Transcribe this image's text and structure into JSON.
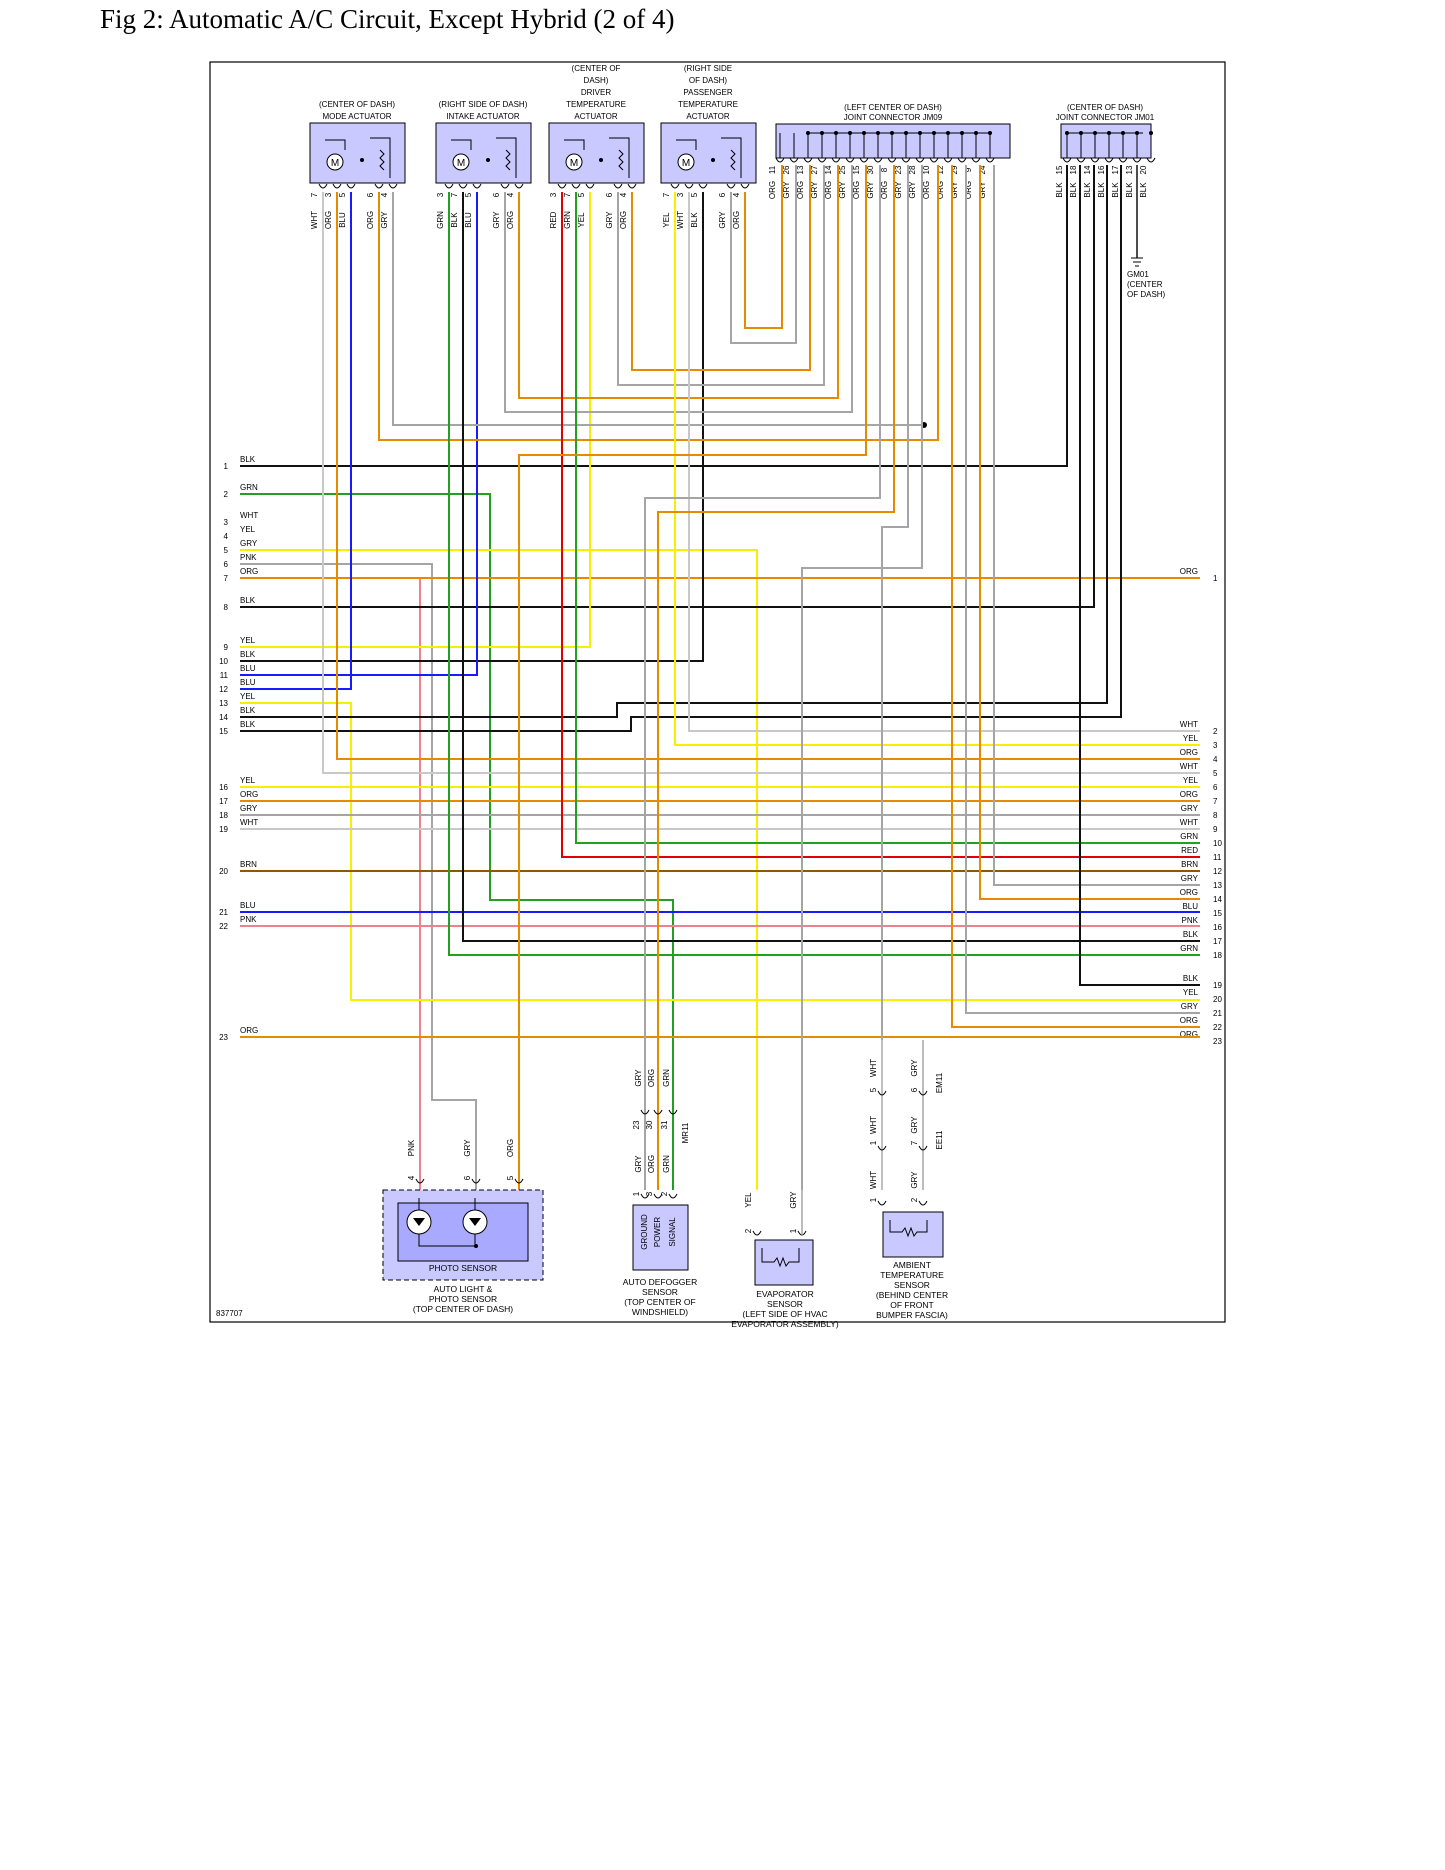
{
  "title": "Fig 2: Automatic A/C Circuit, Except Hybrid (2 of 4)",
  "figure_number": "837707",
  "wire_colors": {
    "WHT": "#c8c8c8",
    "ORG": "#e68a00",
    "BLU": "#1a1aff",
    "GRY": "#a5a5a5",
    "GRN": "#22a022",
    "BLK": "#111111",
    "RED": "#e00000",
    "YEL": "#f5f000",
    "PNK": "#f08090",
    "BRN": "#8b5a00"
  },
  "connector_fill": "#c9c9ff",
  "components": {
    "mode": {
      "l1": "(CENTER OF DASH)",
      "l2": "MODE ACTUATOR",
      "pins": [
        {
          "n": "7",
          "c": "WHT"
        },
        {
          "n": "3",
          "c": "ORG"
        },
        {
          "n": "5",
          "c": "BLU"
        },
        {
          "n": "6",
          "c": "ORG"
        },
        {
          "n": "4",
          "c": "GRY"
        }
      ]
    },
    "intake": {
      "l1": "(RIGHT SIDE OF DASH)",
      "l2": "INTAKE ACTUATOR",
      "pins": [
        {
          "n": "3",
          "c": "GRN"
        },
        {
          "n": "7",
          "c": "BLK"
        },
        {
          "n": "5",
          "c": "BLU"
        },
        {
          "n": "6",
          "c": "GRY"
        },
        {
          "n": "4",
          "c": "ORG"
        }
      ]
    },
    "driver": {
      "l1": "(CENTER OF",
      "l2": "DASH)",
      "l3": "DRIVER",
      "l4": "TEMPERATURE",
      "l5": "ACTUATOR",
      "pins": [
        {
          "n": "3",
          "c": "RED"
        },
        {
          "n": "7",
          "c": "GRN"
        },
        {
          "n": "5",
          "c": "YEL"
        },
        {
          "n": "6",
          "c": "GRY"
        },
        {
          "n": "4",
          "c": "ORG"
        }
      ]
    },
    "passenger": {
      "l1": "(RIGHT SIDE",
      "l2": "OF DASH)",
      "l3": "PASSENGER",
      "l4": "TEMPERATURE",
      "l5": "ACTUATOR",
      "pins": [
        {
          "n": "7",
          "c": "YEL"
        },
        {
          "n": "3",
          "c": "WHT"
        },
        {
          "n": "5",
          "c": "BLK"
        },
        {
          "n": "6",
          "c": "GRY"
        },
        {
          "n": "4",
          "c": "ORG"
        }
      ]
    },
    "jm09": {
      "l1": "(LEFT CENTER OF DASH)",
      "l2": "JOINT CONNECTOR JM09",
      "pins": [
        {
          "n": "11",
          "c": "ORG"
        },
        {
          "n": "26",
          "c": "GRY"
        },
        {
          "n": "13",
          "c": "ORG"
        },
        {
          "n": "27",
          "c": "GRY"
        },
        {
          "n": "14",
          "c": "ORG"
        },
        {
          "n": "25",
          "c": "GRY"
        },
        {
          "n": "15",
          "c": "ORG"
        },
        {
          "n": "30",
          "c": "GRY"
        },
        {
          "n": "8",
          "c": "ORG"
        },
        {
          "n": "23",
          "c": "GRY"
        },
        {
          "n": "28",
          "c": "GRY"
        },
        {
          "n": "10",
          "c": "ORG"
        },
        {
          "n": "12",
          "c": "ORG"
        },
        {
          "n": "29",
          "c": "GRY"
        },
        {
          "n": "9",
          "c": "ORG"
        },
        {
          "n": "24",
          "c": "GRY"
        }
      ]
    },
    "jm01": {
      "l1": "(CENTER OF DASH)",
      "l2": "JOINT CONNECTOR JM01",
      "pins": [
        {
          "n": "15",
          "c": "BLK"
        },
        {
          "n": "18",
          "c": "BLK"
        },
        {
          "n": "14",
          "c": "BLK"
        },
        {
          "n": "16",
          "c": "BLK"
        },
        {
          "n": "17",
          "c": "BLK"
        },
        {
          "n": "13",
          "c": "BLK"
        },
        {
          "n": "20",
          "c": "BLK"
        }
      ]
    },
    "ground": {
      "l1": "GM01",
      "l2": "(CENTER",
      "l3": "OF DASH)"
    },
    "photo": {
      "box": "PHOTO SENSOR",
      "l1": "AUTO LIGHT &",
      "l2": "PHOTO SENSOR",
      "l3": "(TOP CENTER OF DASH)",
      "pins": [
        {
          "n": "4",
          "c": "PNK"
        },
        {
          "n": "6",
          "c": "GRY"
        },
        {
          "n": "5",
          "c": "ORG"
        }
      ]
    },
    "defog": {
      "l1": "AUTO DEFOGGER",
      "l2": "SENSOR",
      "l3": "(TOP CENTER OF",
      "l4": "WINDSHIELD)",
      "signals": [
        "GROUND",
        "POWER",
        "SIGNAL"
      ],
      "pins": [
        {
          "n": "1",
          "c": "GRY"
        },
        {
          "n": "3",
          "c": "ORG"
        },
        {
          "n": "2",
          "c": "GRN"
        }
      ],
      "conn": "MR11",
      "conn_pins": [
        "23",
        "30",
        "31"
      ]
    },
    "evap": {
      "l1": "EVAPORATOR",
      "l2": "SENSOR",
      "l3": "(LEFT SIDE OF HVAC",
      "l4": "EVAPORATOR ASSEMBLY)",
      "pins": [
        {
          "n": "2",
          "c": "YEL"
        },
        {
          "n": "1",
          "c": "GRY"
        }
      ]
    },
    "ambient": {
      "l1": "AMBIENT",
      "l2": "TEMPERATURE",
      "l3": "SENSOR",
      "l4": "(BEHIND CENTER",
      "l5": "OF FRONT",
      "l6": "BUMPER FASCIA)",
      "pins": [
        {
          "n": "1",
          "c": "WHT"
        },
        {
          "n": "2",
          "c": "GRY"
        }
      ],
      "conn1": "EM11",
      "conn1_pins": [
        "5",
        "6"
      ],
      "conn2": "EE11",
      "conn2_pins": [
        "1",
        "7"
      ]
    }
  },
  "left_terminals": [
    {
      "n": "1",
      "c": "BLK"
    },
    {
      "n": "2",
      "c": "GRN"
    },
    {
      "n": "3",
      "c": "WHT"
    },
    {
      "n": "4",
      "c": "YEL"
    },
    {
      "n": "5",
      "c": "GRY"
    },
    {
      "n": "6",
      "c": "PNK"
    },
    {
      "n": "7",
      "c": "ORG"
    },
    {
      "n": "8",
      "c": "BLK"
    },
    {
      "n": "9",
      "c": "YEL"
    },
    {
      "n": "10",
      "c": "BLK"
    },
    {
      "n": "11",
      "c": "BLU"
    },
    {
      "n": "12",
      "c": "BLU"
    },
    {
      "n": "13",
      "c": "YEL"
    },
    {
      "n": "14",
      "c": "BLK"
    },
    {
      "n": "15",
      "c": "BLK"
    },
    {
      "n": "16",
      "c": "YEL"
    },
    {
      "n": "17",
      "c": "ORG"
    },
    {
      "n": "18",
      "c": "GRY"
    },
    {
      "n": "19",
      "c": "WHT"
    },
    {
      "n": "20",
      "c": "BRN"
    },
    {
      "n": "21",
      "c": "BLU"
    },
    {
      "n": "22",
      "c": "PNK"
    },
    {
      "n": "23",
      "c": "ORG"
    }
  ],
  "right_terminals": [
    {
      "n": "1",
      "c": "ORG"
    },
    {
      "n": "2",
      "c": "WHT"
    },
    {
      "n": "3",
      "c": "YEL"
    },
    {
      "n": "4",
      "c": "ORG"
    },
    {
      "n": "5",
      "c": "WHT"
    },
    {
      "n": "6",
      "c": "YEL"
    },
    {
      "n": "7",
      "c": "ORG"
    },
    {
      "n": "8",
      "c": "GRY"
    },
    {
      "n": "9",
      "c": "WHT"
    },
    {
      "n": "10",
      "c": "GRN"
    },
    {
      "n": "11",
      "c": "RED"
    },
    {
      "n": "12",
      "c": "BRN"
    },
    {
      "n": "13",
      "c": "GRY"
    },
    {
      "n": "14",
      "c": "ORG"
    },
    {
      "n": "15",
      "c": "BLU"
    },
    {
      "n": "16",
      "c": "PNK"
    },
    {
      "n": "17",
      "c": "BLK"
    },
    {
      "n": "18",
      "c": "GRN"
    },
    {
      "n": "19",
      "c": "BLK"
    },
    {
      "n": "20",
      "c": "YEL"
    },
    {
      "n": "21",
      "c": "GRY"
    },
    {
      "n": "22",
      "c": "ORG"
    },
    {
      "n": "23",
      "c": "ORG"
    }
  ]
}
